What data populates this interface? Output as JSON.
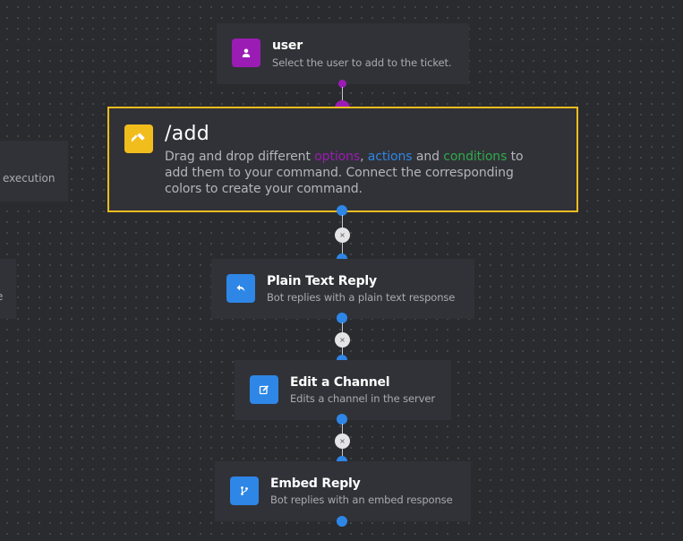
{
  "colors": {
    "option": "#9b1cb4",
    "action": "#2e86e6",
    "condition": "#2faa4b",
    "command": "#f1bd1d"
  },
  "left_partial_nodes": [
    {
      "text": "execution"
    },
    {
      "text": "e"
    }
  ],
  "option_node": {
    "title": "user",
    "description": "Select the user to add to the ticket.",
    "icon": "user-icon"
  },
  "command_node": {
    "title": "/add",
    "icon": "hammer-icon",
    "description": {
      "part1": "Drag and drop different ",
      "options": "options",
      "comma": ", ",
      "actions": "actions",
      "and": " and ",
      "conditions": "conditions",
      "part2": " to add them to your command. Connect the corresponding colors to create your command."
    }
  },
  "action_nodes": [
    {
      "title": "Plain Text Reply",
      "description": "Bot replies with a plain text response",
      "icon": "reply-icon"
    },
    {
      "title": "Edit a Channel",
      "description": "Edits a channel in the server",
      "icon": "edit-icon"
    },
    {
      "title": "Embed Reply",
      "description": "Bot replies with an embed response",
      "icon": "branch-icon"
    }
  ],
  "remove_button_symbol": "×"
}
